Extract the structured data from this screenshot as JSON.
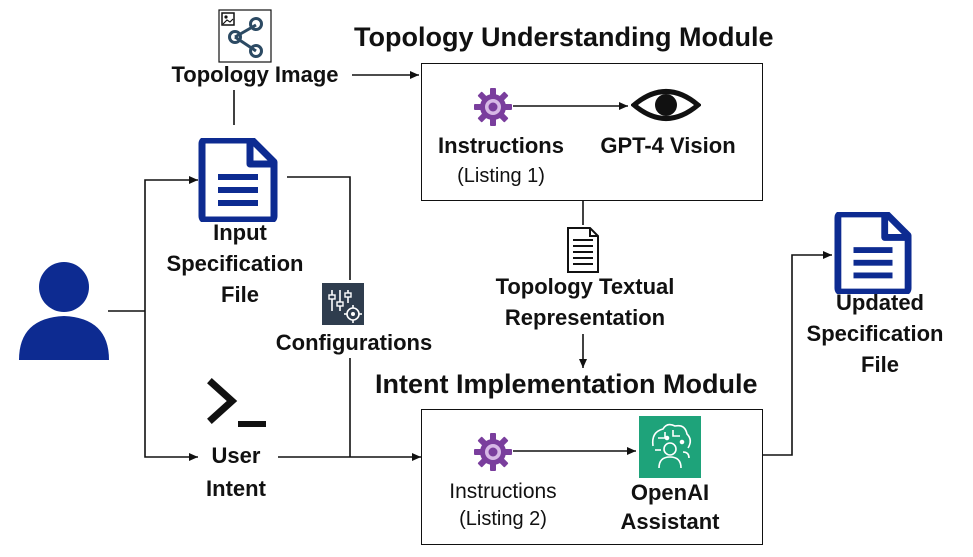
{
  "modules": {
    "topology": {
      "title": "Topology Understanding Module",
      "instructions": "Instructions",
      "listing": "(Listing 1)",
      "model": "GPT-4 Vision"
    },
    "intent": {
      "title": "Intent Implementation Module",
      "instructions": "Instructions",
      "listing": "(Listing 2)",
      "model_line1": "OpenAI",
      "model_line2": "Assistant"
    }
  },
  "inputs": {
    "topology_image": "Topology Image",
    "spec_line1": "Input",
    "spec_line2": "Specification",
    "spec_line3": "File",
    "configurations": "Configurations",
    "intent_line1": "User",
    "intent_line2": "Intent"
  },
  "intermediate": {
    "text_line1": "Topology Textual",
    "text_line2": "Representation"
  },
  "output": {
    "line1": "Updated",
    "line2": "Specification",
    "line3": "File"
  },
  "colors": {
    "user_blue": "#0d2b91",
    "gear_purple": "#7a3e9d",
    "openai_teal": "#1ea37a",
    "config_dark": "#2f3d4e"
  },
  "icons": [
    "user-icon",
    "topology-image-icon",
    "document-icon",
    "sliders-gear-icon",
    "terminal-icon",
    "gear-icon",
    "eye-icon",
    "text-document-icon",
    "openai-assistant-icon"
  ]
}
